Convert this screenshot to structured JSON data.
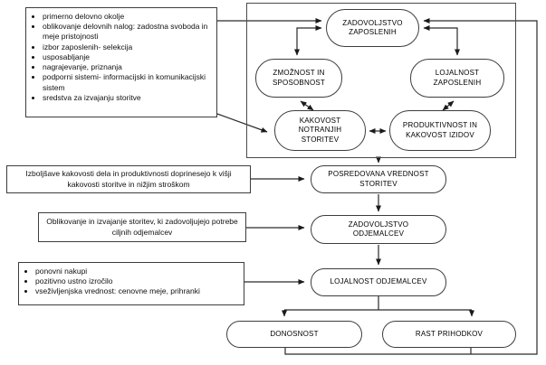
{
  "colors": {
    "background": "#ffffff",
    "line": "#333333",
    "text": "#000000"
  },
  "panels": {
    "hr": {
      "items": [
        "primerno delovno okolje",
        "oblikovanje delovnih nalog: zadostna svoboda in meje pristojnosti",
        "izbor zaposlenih- selekcija",
        "usposabljanje",
        "nagrajevanje, priznanja",
        "podporni sistemi- informacijski in komunikacijski sistem",
        "sredstva za izvajanju storitve"
      ]
    },
    "quality": {
      "text": "Izboljšave kakovosti dela in produktivnosti doprinesejo k višji kakovosti storitve in nižjim stroškom"
    },
    "design": {
      "text": "Oblikovanje in izvajanje storitev, ki zadovoljujejo potrebe ciljnih odjemalcev"
    },
    "loyalty": {
      "items": [
        "ponovni nakupi",
        "pozitivno ustno izročilo",
        "vseživljenjska vrednost: cenovne meje, prihranki"
      ]
    }
  },
  "nodes": {
    "employee_satisfaction": {
      "label": "ZADOVOLJSTVO ZAPOSLENIH"
    },
    "capability": {
      "label": "ZMOŽNOST IN SPOSOBNOST"
    },
    "employee_loyalty": {
      "label": "LOJALNOST ZAPOSLENIH"
    },
    "internal_service_quality": {
      "label": "KAKOVOST NOTRANJIH STORITEV"
    },
    "productivity": {
      "label": "PRODUKTIVNOST IN KAKOVOST IZIDOV"
    },
    "service_value": {
      "label": "POSREDOVANA VREDNOST STORITEV"
    },
    "customer_satisfaction": {
      "label": "ZADOVOLJSTVO ODJEMALCEV"
    },
    "customer_loyalty": {
      "label": "LOJALNOST ODJEMALCEV"
    },
    "profitability": {
      "label": "DONOSNOST"
    },
    "revenue_growth": {
      "label": "RAST PRIHODKOV"
    }
  }
}
